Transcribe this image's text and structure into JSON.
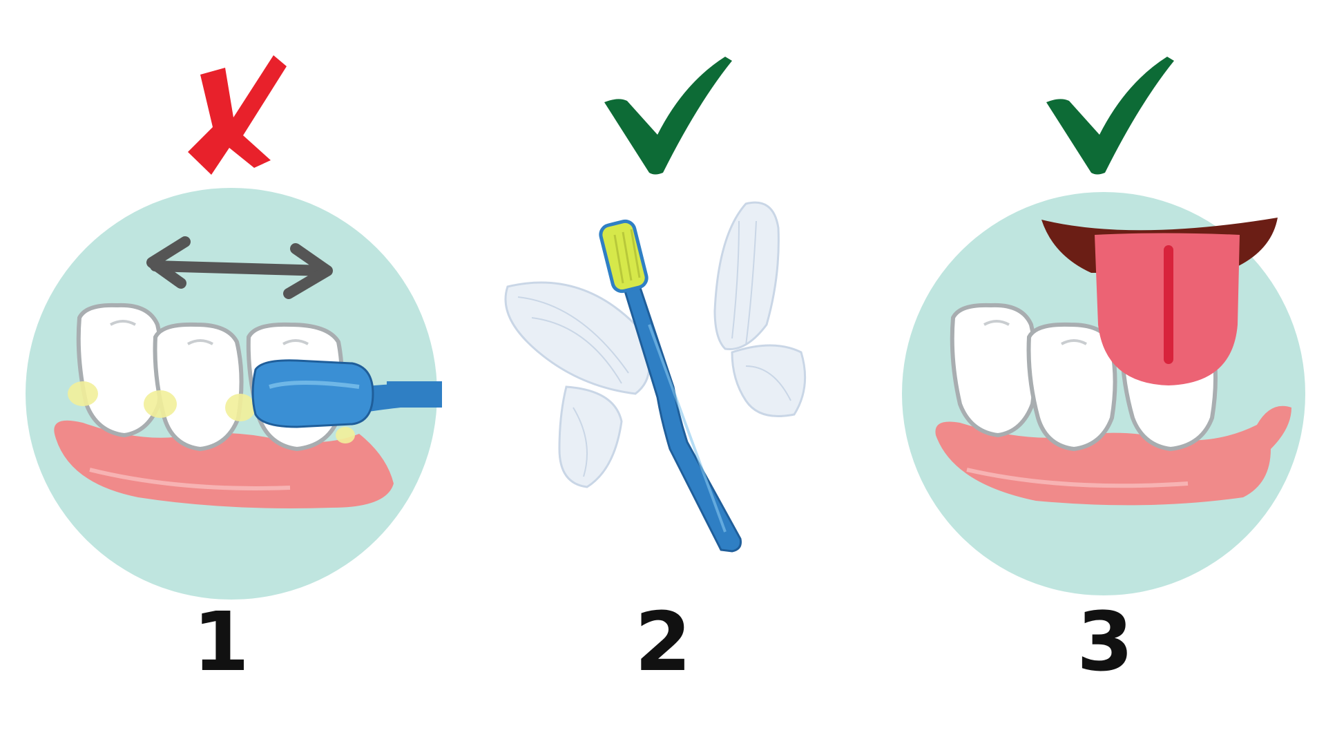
{
  "steps": [
    {
      "number": "1",
      "verdict": "wrong",
      "mark_icon": "red-cross-icon",
      "illustration": "horizontal-scrubbing-on-teeth"
    },
    {
      "number": "2",
      "verdict": "right",
      "mark_icon": "green-check-icon",
      "illustration": "toothbrush-with-sketched-butterfly-wings"
    },
    {
      "number": "3",
      "verdict": "right",
      "mark_icon": "green-check-icon",
      "illustration": "tongue-over-teeth"
    }
  ],
  "colors": {
    "cross": "#e8212b",
    "check": "#0d6b36",
    "circle": "#bfe5df",
    "gum": "#f08a8a",
    "tooth": "#ffffff",
    "tooth_outline": "#a8adb0",
    "plaque": "#f2ef9a",
    "arrow": "#555555",
    "brush_blue": "#2f7fc4",
    "bristle": "#d6e84a",
    "tongue": "#ec6374",
    "tongue_line": "#d8233c",
    "lip": "#6b1e15",
    "wing": "#c9d6e6",
    "number": "#111111"
  }
}
